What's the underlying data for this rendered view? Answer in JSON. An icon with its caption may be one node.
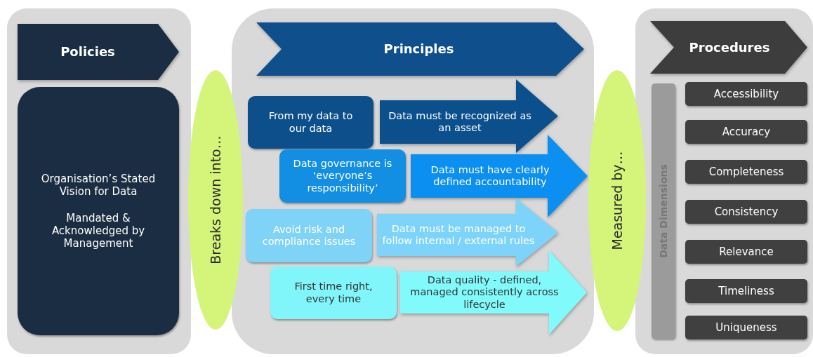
{
  "diagram": {
    "nodes": [
      {
        "text": [],
        "shape": "box"
      },
      {
        "text": [
          "Policies"
        ],
        "in": 0
      },
      {
        "text": [
          "Organisation’s Stated Vision for Data",
          "Mandated & Acknowledged by Management"
        ],
        "in": 0
      },
      {
        "text": [
          "Breaks down into…"
        ]
      },
      {
        "text": [],
        "shape": "box"
      },
      {
        "text": [
          "Principles"
        ],
        "in": 4
      },
      {
        "text": [
          "From my data to our data"
        ],
        "in": 4
      },
      {
        "text": [
          "Data must be recognized as an asset"
        ],
        "in": 4
      },
      {
        "text": [
          "Data governance is ‘everyone’s responsibility’"
        ],
        "in": 4
      },
      {
        "text": [
          "Data must have clearly defined accountability"
        ],
        "in": 4
      },
      {
        "text": [
          "Avoid risk and compliance issues"
        ],
        "in": 4
      },
      {
        "text": [
          "Data must be managed to follow internal / external rules"
        ],
        "in": 4
      },
      {
        "text": [
          "First time right, every time"
        ],
        "in": 4
      },
      {
        "text": [
          "Data quality - defined, managed consistently across lifecycle"
        ],
        "in": 4
      },
      {
        "text": [
          "Measured by…"
        ]
      },
      {
        "text": [],
        "shape": "box"
      },
      {
        "text": [
          "Procedures"
        ],
        "in": 15
      },
      {
        "text": [
          "Data Dimensions"
        ],
        "in": 15
      },
      {
        "text": [
          "Accessibility"
        ],
        "in": 15
      },
      {
        "text": [
          "Accuracy"
        ],
        "in": 15
      },
      {
        "text": [
          "Completeness"
        ],
        "in": 15
      },
      {
        "text": [
          "Consistency"
        ],
        "in": 15
      },
      {
        "text": [
          "Relevance"
        ],
        "in": 15
      },
      {
        "text": [
          "Timeliness"
        ],
        "in": 15
      },
      {
        "text": [
          "Uniqueness"
        ],
        "in": 15
      }
    ]
  }
}
